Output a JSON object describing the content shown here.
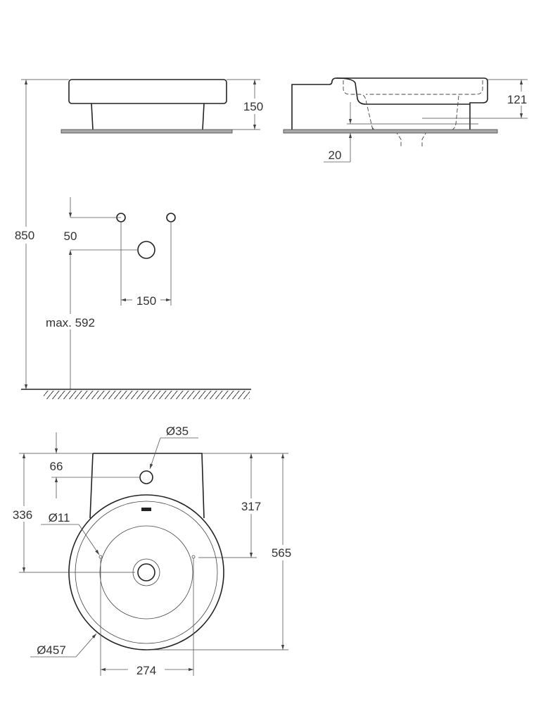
{
  "drawing": {
    "front_view": {
      "height_label": "150"
    },
    "side_view": {
      "basin_depth_label": "121",
      "plate_label": "20"
    },
    "wall_view": {
      "total_height_label": "850",
      "tap_offset_label": "50",
      "tap_spacing_label": "150",
      "waste_height_label": "max. 592"
    },
    "plan_view": {
      "tap_hole_diameter_label": "Ø35",
      "tap_hole_offset_label": "66",
      "center_depth_label": "336",
      "side_hole_diameter_label": "Ø11",
      "side_hole_depth_label": "317",
      "total_depth_label": "565",
      "basin_diameter_label": "Ø457",
      "side_hole_spacing_label": "274"
    }
  }
}
